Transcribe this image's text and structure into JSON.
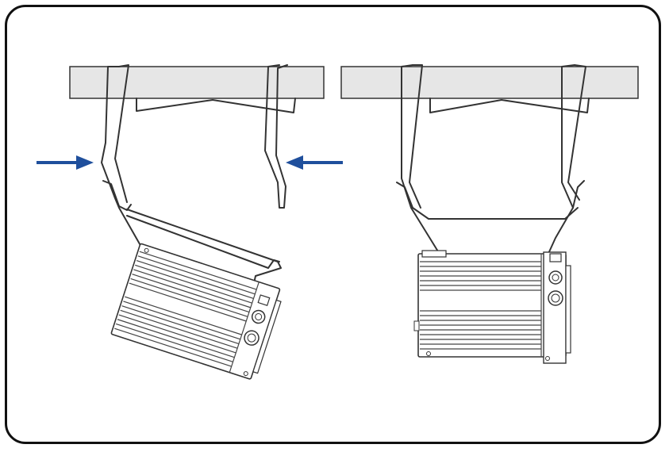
{
  "figure": {
    "panels": [
      {
        "id": "left",
        "state": "unmounted-squeeze"
      },
      {
        "id": "right",
        "state": "mounted"
      }
    ],
    "colors": {
      "arrow": "#1f4f9c",
      "rail": "#e6e6e6",
      "outline": "#222222",
      "frame": "#111111"
    },
    "icons": [
      "arrow-right-icon",
      "arrow-left-icon"
    ]
  }
}
